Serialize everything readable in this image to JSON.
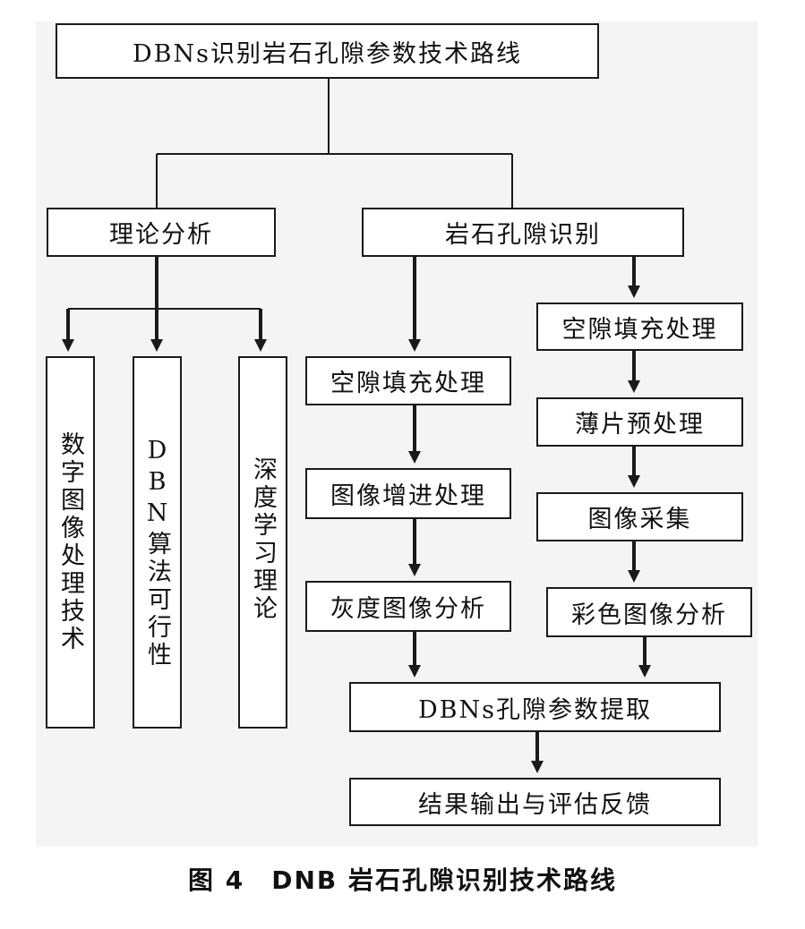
{
  "title": "DBNs识别岩石孔隙参数技术路线",
  "left_branch": {
    "title": "理论分析",
    "items": [
      "数字图像处理技术",
      "DBN算法可行性",
      "深度学习理论"
    ]
  },
  "right_branch": {
    "title": "岩石孔隙识别",
    "grayscale_flow": [
      "空隙填充处理",
      "图像增进处理",
      "灰度图像分析"
    ],
    "color_flow": [
      "空隙填充处理",
      "薄片预处理",
      "图像采集",
      "彩色图像分析"
    ]
  },
  "extraction": "DBNs孔隙参数提取",
  "output": "结果输出与评估反馈",
  "caption": {
    "figure_label": "图 4",
    "text": "DNB 岩石孔隙识别技术路线"
  },
  "colors": {
    "line": "#1a1a1a",
    "panel": "#f4f4f4"
  }
}
